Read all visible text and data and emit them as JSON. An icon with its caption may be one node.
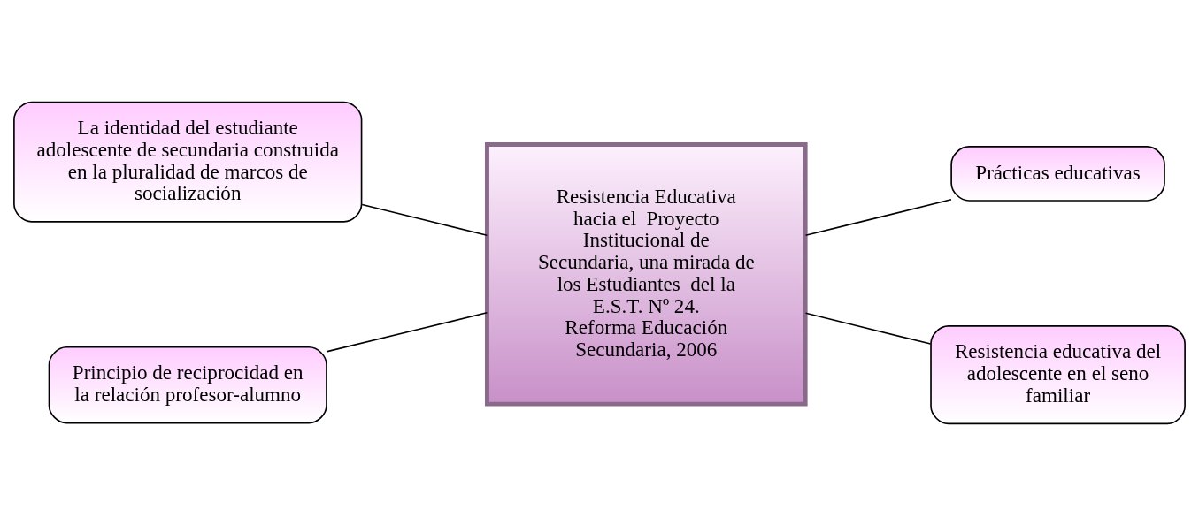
{
  "diagram": {
    "nodes": [
      {
        "text": [
          "La identidad del estudiante adolescente de secundaria construida en la pluralidad de marcos de socialización"
        ]
      },
      {
        "text": [
          "Principio de reciprocidad en la relación profesor-alumno"
        ]
      },
      {
        "text": [
          "Resistencia Educativa hacia el  Proyecto Institucional de Secundaria, una mirada de los Estudiantes  del la E.S.T. Nº 24.",
          "Reforma Educación Secundaria, 2006"
        ]
      },
      {
        "text": [
          "Prácticas educativas"
        ]
      },
      {
        "text": [
          "Resistencia educativa del adolescente en el seno familiar"
        ]
      }
    ],
    "edges": [
      {
        "from": 0,
        "to": 2,
        "arrow": "none"
      },
      {
        "from": 1,
        "to": 2,
        "arrow": "none"
      },
      {
        "from": 2,
        "to": 3,
        "arrow": "none"
      },
      {
        "from": 2,
        "to": 4,
        "arrow": "none"
      }
    ]
  }
}
